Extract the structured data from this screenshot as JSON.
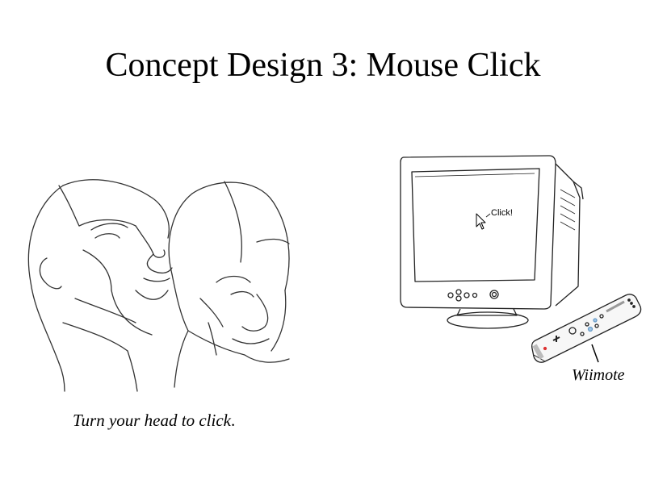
{
  "slide": {
    "title": "Concept Design 3: Mouse Click"
  },
  "illustrations": {
    "heads": "head-sketch",
    "monitor": "crt-monitor",
    "controller": "wiimote"
  },
  "screen": {
    "click_label": "Click!"
  },
  "callout": {
    "wiimote_label": "Wiimote"
  },
  "caption": {
    "italic_text": "Turn your head to click",
    "trailing_text": "."
  }
}
